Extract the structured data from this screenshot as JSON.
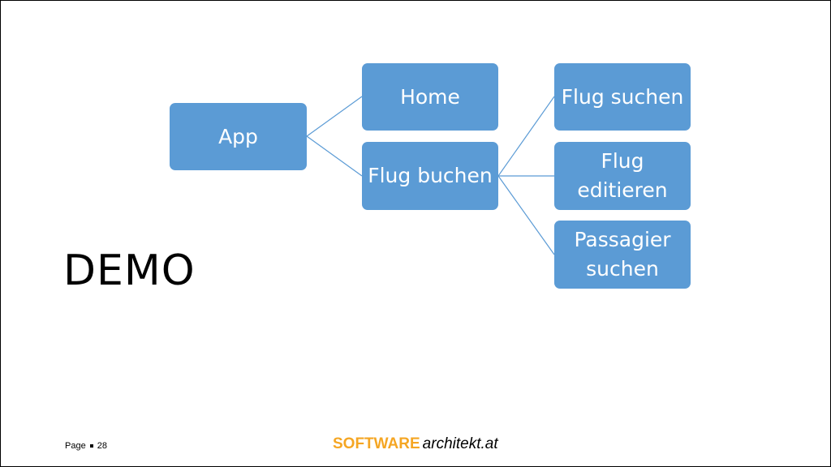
{
  "diagram": {
    "nodes": {
      "app": "App",
      "home": "Home",
      "flug_buchen": "Flug buchen",
      "flug_suchen": "Flug suchen",
      "flug_editieren": "Flug editieren",
      "passagier_suchen": "Passagier suchen"
    },
    "edges": [
      [
        "app",
        "home"
      ],
      [
        "app",
        "flug_buchen"
      ],
      [
        "flug_buchen",
        "flug_suchen"
      ],
      [
        "flug_buchen",
        "flug_editieren"
      ],
      [
        "flug_buchen",
        "passagier_suchen"
      ]
    ],
    "colors": {
      "node_fill": "#5b9bd5",
      "node_text": "#ffffff",
      "connector": "#5b9bd5"
    }
  },
  "slide": {
    "title": "DEMO",
    "page_label": "Page",
    "page_number": "28"
  },
  "brand": {
    "part_a": "SOFTWARE",
    "part_b": "architekt.at",
    "color_a": "#f5a623"
  }
}
